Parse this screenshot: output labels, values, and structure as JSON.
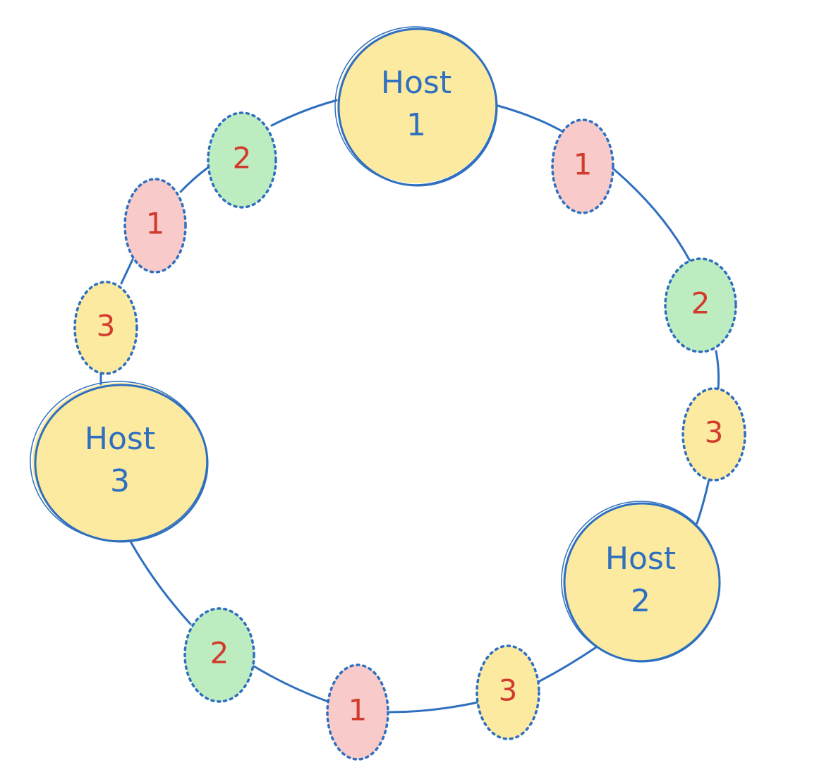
{
  "colors": {
    "stroke": "#2f6fc0",
    "host_fill": "#fbeaa0",
    "host_text": "#2f6fc0",
    "vnode_text": "#d23a2e",
    "vnode_fill_1": "#f8caca",
    "vnode_fill_2": "#bdecc0",
    "vnode_fill_3": "#fbeaa0"
  },
  "hosts": [
    {
      "line1": "Host",
      "line2": "1"
    },
    {
      "line1": "Host",
      "line2": "2"
    },
    {
      "line1": "Host",
      "line2": "3"
    }
  ],
  "virtual_nodes": [
    {
      "label": "1",
      "kind": 1
    },
    {
      "label": "2",
      "kind": 2
    },
    {
      "label": "3",
      "kind": 3
    },
    {
      "label": "3",
      "kind": 3
    },
    {
      "label": "1",
      "kind": 1
    },
    {
      "label": "2",
      "kind": 2
    },
    {
      "label": "3",
      "kind": 3
    },
    {
      "label": "1",
      "kind": 1
    },
    {
      "label": "2",
      "kind": 2
    }
  ]
}
